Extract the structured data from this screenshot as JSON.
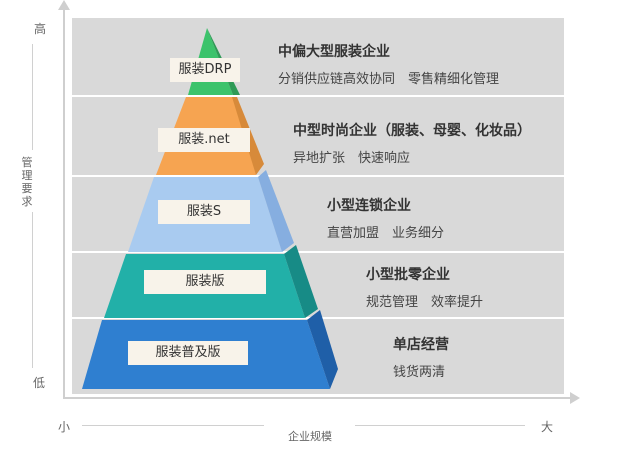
{
  "axis": {
    "high": "高",
    "low": "低",
    "small": "小",
    "large": "大",
    "vertical_title": "管理要求",
    "horizontal_title": "企业规模"
  },
  "tiers": [
    {
      "label": "服装DRP",
      "title": "中偏大型服装企业",
      "desc": "分销供应链高效协同　零售精细化管理",
      "color": "#3cc36b"
    },
    {
      "label": "服装.net",
      "title": "中型时尚企业（服装、母婴、化妆品）",
      "desc": "异地扩张　快速响应",
      "color": "#f6a451"
    },
    {
      "label": "服装S",
      "title": "小型连锁企业",
      "desc": "直营加盟　业务细分",
      "color": "#a9cbf0"
    },
    {
      "label": "服装版",
      "title": "小型批零企业",
      "desc": "规范管理　效率提升",
      "color": "#22b0a8"
    },
    {
      "label": "服装普及版",
      "title": "单店经营",
      "desc": "钱货两清",
      "color": "#2f7fd0"
    }
  ]
}
